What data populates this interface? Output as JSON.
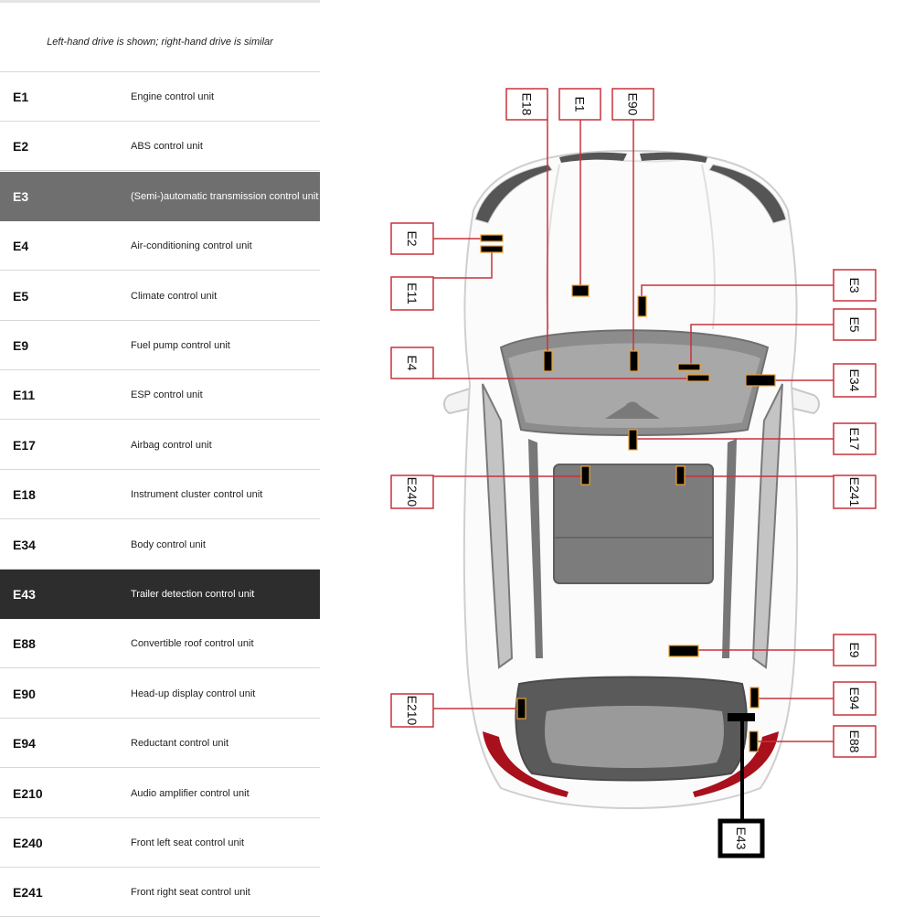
{
  "note": "Left-hand drive is shown; right-hand drive is similar",
  "legend": [
    {
      "code": "E1",
      "description": "Engine control unit",
      "highlight": "none"
    },
    {
      "code": "E2",
      "description": "ABS control unit",
      "highlight": "none"
    },
    {
      "code": "E3",
      "description": "(Semi-)automatic transmission control unit",
      "highlight": "grey"
    },
    {
      "code": "E4",
      "description": "Air-conditioning control unit",
      "highlight": "none"
    },
    {
      "code": "E5",
      "description": "Climate control unit",
      "highlight": "none"
    },
    {
      "code": "E9",
      "description": "Fuel pump control unit",
      "highlight": "none"
    },
    {
      "code": "E11",
      "description": "ESP control unit",
      "highlight": "none"
    },
    {
      "code": "E17",
      "description": "Airbag control unit",
      "highlight": "none"
    },
    {
      "code": "E18",
      "description": "Instrument cluster control unit",
      "highlight": "none"
    },
    {
      "code": "E34",
      "description": "Body control unit",
      "highlight": "none"
    },
    {
      "code": "E43",
      "description": "Trailer detection control unit",
      "highlight": "dark"
    },
    {
      "code": "E88",
      "description": "Convertible roof control unit",
      "highlight": "none"
    },
    {
      "code": "E90",
      "description": "Head-up display control unit",
      "highlight": "none"
    },
    {
      "code": "E94",
      "description": "Reductant control unit",
      "highlight": "none"
    },
    {
      "code": "E210",
      "description": "Audio amplifier control unit",
      "highlight": "none"
    },
    {
      "code": "E240",
      "description": "Front left seat control unit",
      "highlight": "none"
    },
    {
      "code": "E241",
      "description": "Front right seat control unit",
      "highlight": "none"
    }
  ],
  "diagram": {
    "callout_labels": {
      "E18": "E18",
      "E1": "E1",
      "E90": "E90",
      "E2": "E2",
      "E11": "E11",
      "E4": "E4",
      "E240": "E240",
      "E210": "E210",
      "E3": "E3",
      "E5": "E5",
      "E34": "E34",
      "E17": "E17",
      "E241": "E241",
      "E9": "E9",
      "E94": "E94",
      "E88": "E88",
      "E43": "E43"
    },
    "colors": {
      "callout_border": "#c8323c",
      "highlight_border": "#000000",
      "module_fill": "#000000",
      "module_outline": "#f0a030",
      "rear_reflector": "#a8101c",
      "glass": "#8c8c8c",
      "car_outline": "#cfcfcf"
    }
  }
}
